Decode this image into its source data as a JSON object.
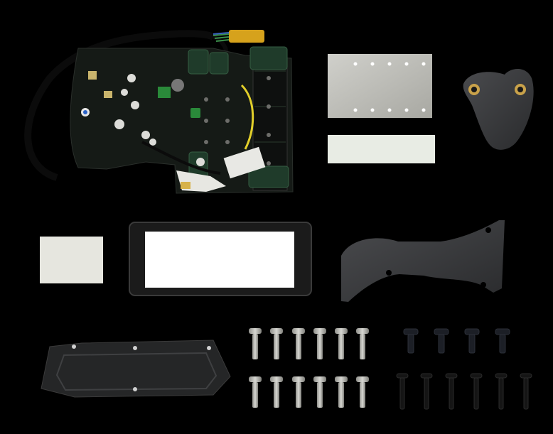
{
  "image": {
    "background_color": "#000000",
    "parts": [
      {
        "id": "controller-board",
        "kind": "pcb-assembly-with-cable",
        "color": "#151a16",
        "trace_color": "#2b3a2e",
        "cable_color": "#0b0b0b"
      },
      {
        "id": "thermal-pad-large",
        "kind": "perforated-metal-plate",
        "color": "#b9b9b4"
      },
      {
        "id": "thermal-pad-strip",
        "kind": "pad-strip",
        "color": "#e8ece4"
      },
      {
        "id": "mount-bracket-small",
        "kind": "bracket-with-brass-inserts",
        "color": "#2c2d2f",
        "insert_color": "#c9a24a"
      },
      {
        "id": "foam-pad-square",
        "kind": "foam-pad",
        "color": "#e6e6df"
      },
      {
        "id": "gasket-frame",
        "kind": "rubber-gasket-frame",
        "color": "#1b1b1b",
        "inner_color": "#ffffff"
      },
      {
        "id": "mount-bracket-large",
        "kind": "bracket-with-holes",
        "color": "#3b3c3f"
      },
      {
        "id": "cover-plate",
        "kind": "rubber-cover-plate",
        "color": "#252627"
      },
      {
        "id": "screws-silver",
        "kind": "machine-screw",
        "count": 12,
        "color": "#a9a9a4"
      },
      {
        "id": "screws-black-short",
        "kind": "machine-screw",
        "count": 4,
        "color": "#1c1f26"
      },
      {
        "id": "screws-black-long",
        "kind": "self-tapping-screw",
        "count": 6,
        "color": "#151515"
      }
    ]
  }
}
